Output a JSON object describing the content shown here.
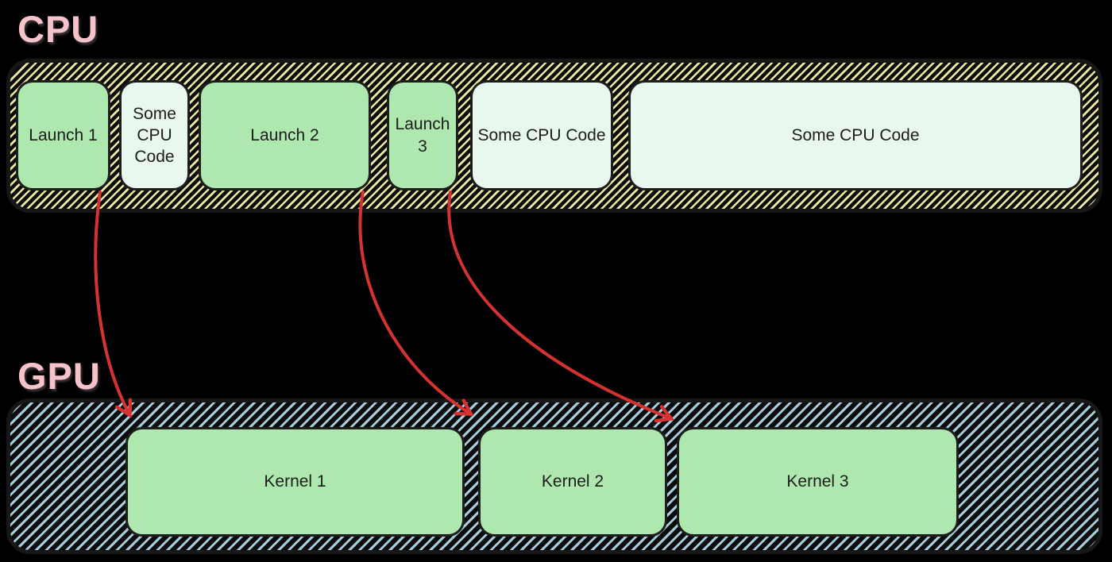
{
  "diagram": {
    "cpu": {
      "label": "CPU",
      "blocks": [
        {
          "id": "launch-1",
          "label": "Launch 1",
          "type": "launch"
        },
        {
          "id": "cpu-code-1",
          "label": "Some CPU Code",
          "type": "code"
        },
        {
          "id": "launch-2",
          "label": "Launch 2",
          "type": "launch"
        },
        {
          "id": "launch-3",
          "label": "Launch 3",
          "type": "launch"
        },
        {
          "id": "cpu-code-2",
          "label": "Some CPU Code",
          "type": "code"
        },
        {
          "id": "cpu-code-3",
          "label": "Some CPU Code",
          "type": "code"
        }
      ]
    },
    "gpu": {
      "label": "GPU",
      "kernels": [
        {
          "id": "kernel-1",
          "label": "Kernel 1"
        },
        {
          "id": "kernel-2",
          "label": "Kernel 2"
        },
        {
          "id": "kernel-3",
          "label": "Kernel 3"
        }
      ]
    },
    "arrows": [
      {
        "from": "launch-1",
        "to": "kernel-1"
      },
      {
        "from": "launch-2",
        "to": "kernel-2"
      },
      {
        "from": "launch-3",
        "to": "kernel-3"
      }
    ],
    "colors": {
      "background": "#000000",
      "title_pink": "#f7c3ca",
      "launch_green": "#aee8af",
      "code_mint": "#e9f8ee",
      "cpu_hatch_yellow": "#ece9a0",
      "gpu_hatch_blue": "#a6cddd",
      "arrow_red": "#d63330",
      "outline_ink": "#1d1d1d"
    }
  }
}
